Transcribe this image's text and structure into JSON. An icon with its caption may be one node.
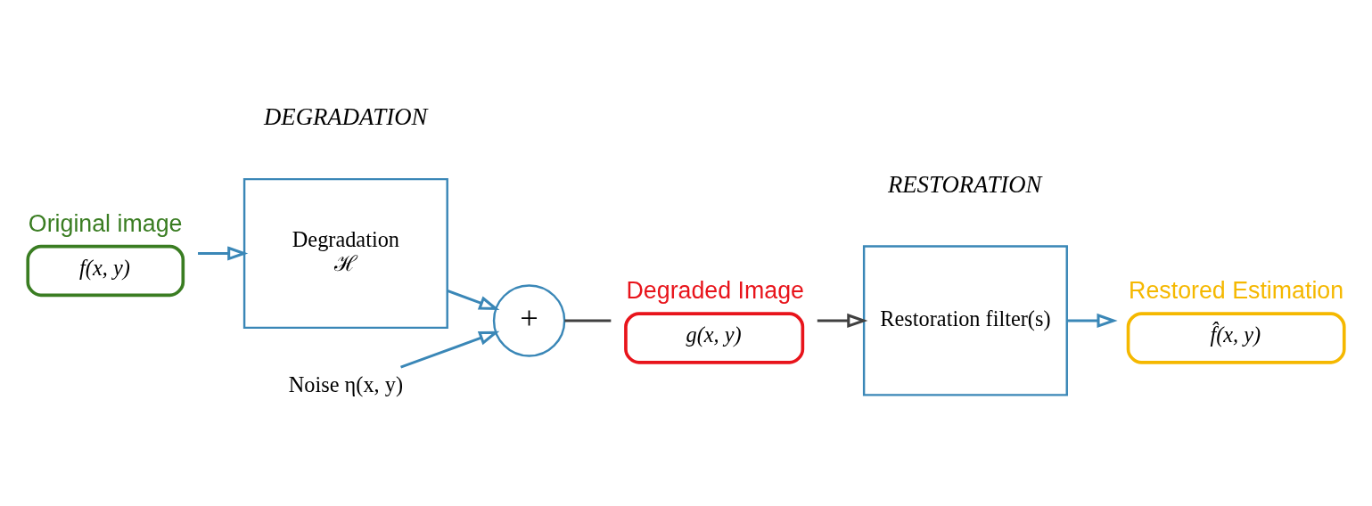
{
  "diagram": {
    "nodes": [
      {
        "text": [
          "f(x, y)"
        ],
        "beside": [
          "Original image"
        ]
      },
      {
        "text": [
          "Degradation",
          "ℋ"
        ]
      },
      {
        "text": [
          "+"
        ]
      },
      {
        "text": [
          "Noise η(x, y)"
        ]
      },
      {
        "text": [
          "g(x, y)"
        ],
        "beside": [
          "Degraded Image"
        ]
      },
      {
        "text": [
          "Restoration filter(s)"
        ]
      },
      {
        "text": [
          "f̂(x, y)"
        ],
        "beside": [
          "Restored Estimation"
        ]
      }
    ],
    "edges": [
      {
        "from": 0,
        "to": 1,
        "arrow": "to"
      },
      {
        "from": 1,
        "to": 2,
        "arrow": "to"
      },
      {
        "from": 3,
        "to": 2,
        "arrow": "to"
      },
      {
        "from": 2,
        "to": 4,
        "arrow": "none",
        "color": "#404040"
      },
      {
        "from": 4,
        "to": 5,
        "arrow": "to",
        "color": "#404040"
      },
      {
        "from": 5,
        "to": 6,
        "arrow": "to"
      }
    ],
    "labels": [
      "DEGRADATION",
      "RESTORATION"
    ]
  }
}
